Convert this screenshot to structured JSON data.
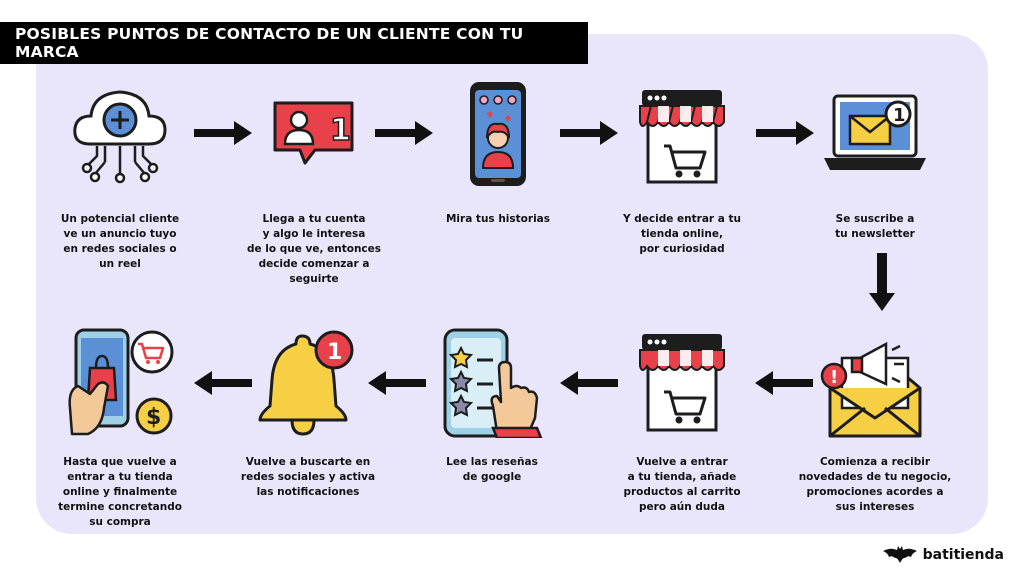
{
  "title": "POSIBLES PUNTOS DE CONTACTO DE UN CLIENTE CON TU MARCA",
  "steps": [
    {
      "id": 1,
      "icon": "cloud-network-icon",
      "lines": [
        "Un potencial cliente",
        "ve un anuncio tuyo",
        "en redes sociales o",
        "un reel"
      ]
    },
    {
      "id": 2,
      "icon": "social-follower-notification-icon",
      "lines": [
        "Llega a tu cuenta",
        "y algo le interesa",
        "de lo que ve, entonces",
        "decide comenzar a",
        "seguirte"
      ]
    },
    {
      "id": 3,
      "icon": "phone-stories-icon",
      "lines": [
        "Mira tus historias"
      ]
    },
    {
      "id": 4,
      "icon": "online-store-icon",
      "lines": [
        "Y decide entrar a tu",
        "tienda online,",
        "por curiosidad"
      ]
    },
    {
      "id": 5,
      "icon": "laptop-email-icon",
      "lines": [
        "Se suscribe a",
        "tu newsletter"
      ]
    },
    {
      "id": 6,
      "icon": "envelope-megaphone-icon",
      "lines": [
        "Comienza a recibir",
        "novedades de tu negocio,",
        "promociones acordes a",
        "sus intereses"
      ]
    },
    {
      "id": 7,
      "icon": "online-store-icon",
      "lines": [
        "Vuelve a entrar",
        "a tu tienda, añade",
        "productos al carrito",
        "pero aún duda"
      ]
    },
    {
      "id": 8,
      "icon": "phone-review-stars-icon",
      "lines": [
        "Lee las reseñas",
        "de google"
      ]
    },
    {
      "id": 9,
      "icon": "notification-bell-icon",
      "lines": [
        "Vuelve a buscarte en",
        "redes sociales y activa",
        "las notificaciones"
      ]
    },
    {
      "id": 10,
      "icon": "mobile-shopping-payment-icon",
      "lines": [
        "Hasta que vuelve a",
        "entrar a tu tienda",
        "online y finalmente",
        "termine concretando",
        "su compra"
      ]
    }
  ],
  "badges": {
    "follower": "1",
    "email": "1",
    "bell": "1",
    "alert": "!",
    "dollar": "$",
    "plus": "+"
  },
  "brand": {
    "name": "batitienda",
    "logo_icon": "bat-logo-icon"
  },
  "colors": {
    "panel": "#e9e6fb",
    "title_bg": "#000000",
    "title_text": "#ffffff",
    "red": "#e8414a",
    "blue": "#5b8fd6",
    "yellow": "#f7cf45",
    "orange": "#f4a261",
    "dark": "#1d1d1d"
  }
}
